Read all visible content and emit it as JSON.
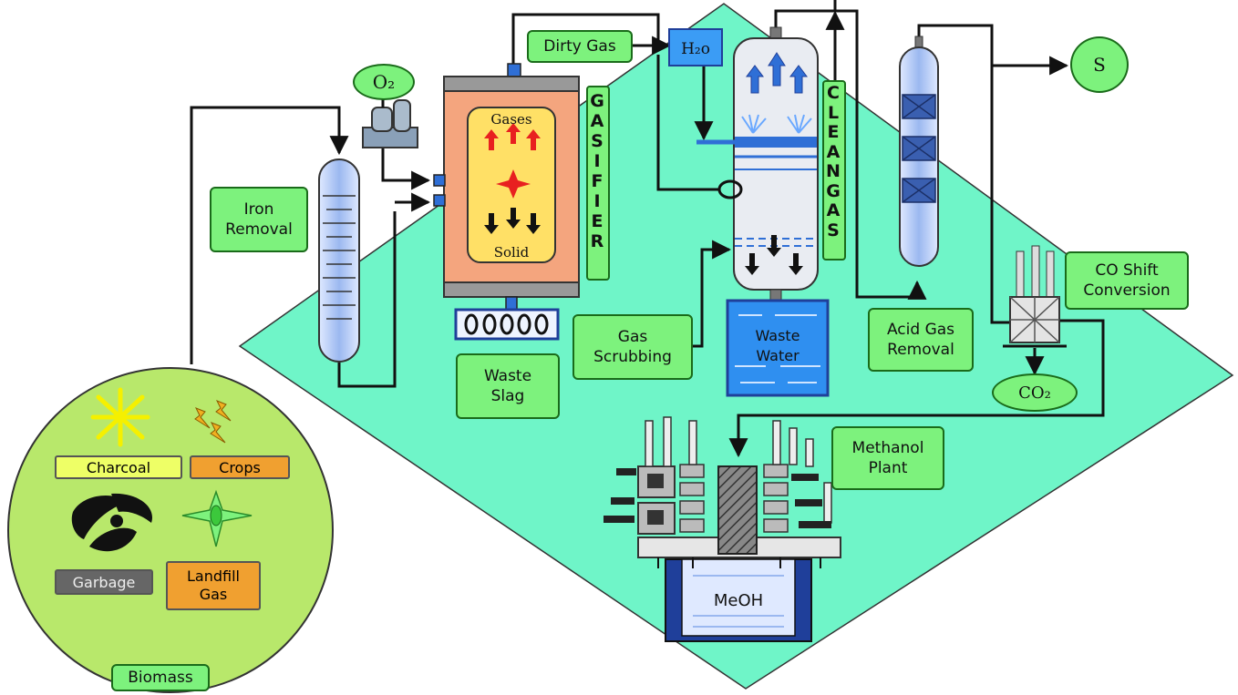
{
  "labels": {
    "dirty_gas": "Dirty Gas",
    "h2o": "H₂o",
    "o2": "O₂",
    "gasifier": "GASIFIER",
    "clean_gas": "CLEANGAS",
    "iron_removal": "Iron\nRemoval",
    "gases": "Gases",
    "solid": "Solid",
    "waste_slag": "Waste\nSlag",
    "gas_scrubbing": "Gas\nScrubbing",
    "waste_water": "Waste\nWater",
    "acid_gas_removal": "Acid Gas\nRemoval",
    "co_shift": "CO Shift\nConversion",
    "s": "S",
    "co2": "CO₂",
    "methanol_plant": "Methanol\nPlant",
    "meoh": "MeOH",
    "biomass": "Biomass"
  },
  "biomass_items": {
    "charcoal": "Charcoal",
    "crops": "Crops",
    "garbage": "Garbage",
    "landfill_gas": "Landfill\nGas"
  },
  "colors": {
    "background_diamond": "#6ff5c8",
    "label_green": "#7df27d",
    "gasifier_body": "#f4a57e",
    "gasifier_core": "#ffe066",
    "column_blue": "#9bb8f0",
    "water_blue": "#2f8ff0",
    "box_blue": "#3b9cf5"
  }
}
